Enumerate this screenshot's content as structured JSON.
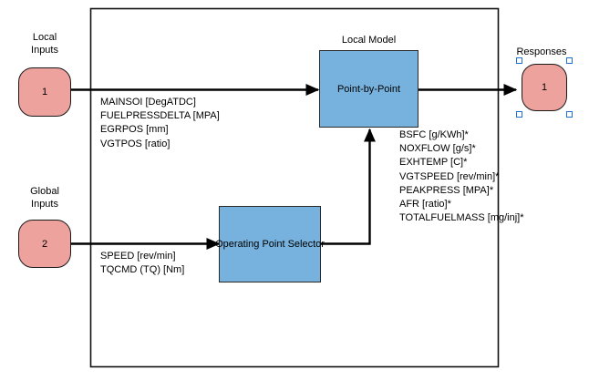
{
  "diagram": {
    "title": "Model Structure Diagram",
    "colors": {
      "port_fill": "#eda29d",
      "block_fill": "#76b2dd",
      "outline": "#1a1a1a",
      "selection_handle": "#1f6fd0",
      "background": "#ffffff"
    },
    "local_inputs_port": {
      "caption_line1": "Local",
      "caption_line2": "Inputs",
      "number": "1"
    },
    "global_inputs_port": {
      "caption_line1": "Global",
      "caption_line2": "Inputs",
      "number": "2"
    },
    "responses_port": {
      "caption": "Responses",
      "number": "1",
      "selected": true,
      "handle_count": 4
    },
    "local_model_block": {
      "caption": "Local Model",
      "label": "Point-by-Point"
    },
    "operating_point_block": {
      "label": "Operating Point Selector"
    },
    "local_input_signals": [
      "MAINSOI [DegATDC]",
      "FUELPRESSDELTA [MPA]",
      "EGRPOS [mm]",
      "VGTPOS [ratio]"
    ],
    "global_input_signals": [
      "SPEED [rev/min]",
      "TQCMD (TQ) [Nm]"
    ],
    "response_signals": [
      "BSFC [g/KWh]*",
      "NOXFLOW [g/s]*",
      "EXHTEMP [C]*",
      "VGTSPEED [rev/min]*",
      "PEAKPRESS [MPA]*",
      "AFR [ratio]*",
      "TOTALFUELMASS [mg/inj]*"
    ]
  }
}
